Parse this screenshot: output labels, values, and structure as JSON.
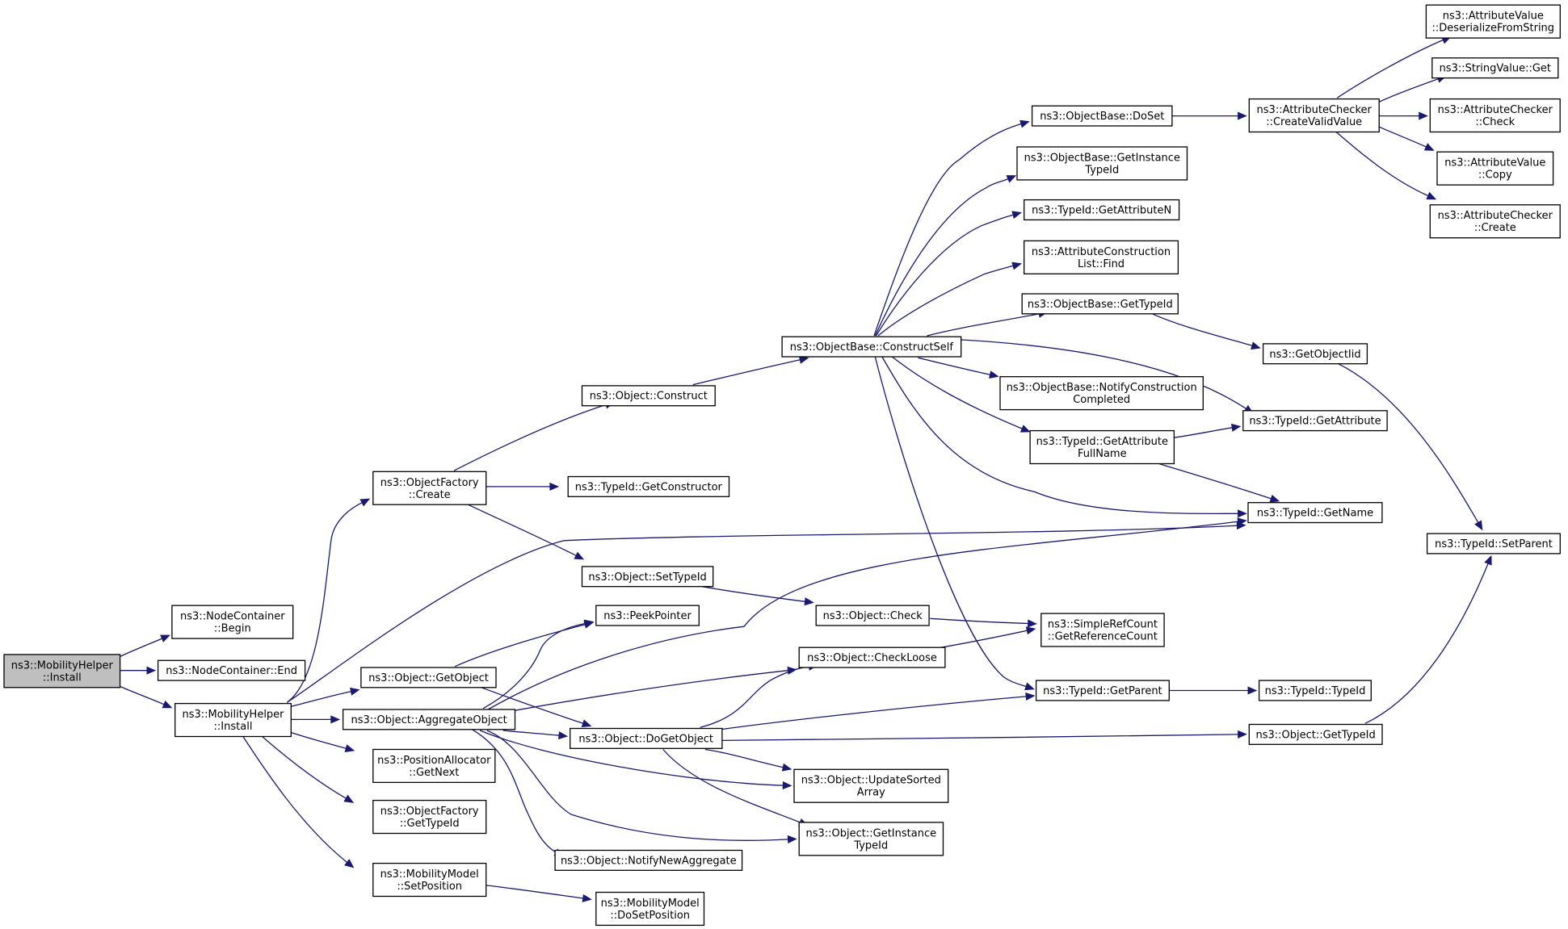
{
  "graph": {
    "nodes": [
      {
        "id": "root",
        "lines": [
          "ns3::MobilityHelper",
          "::Install"
        ],
        "root": true
      },
      {
        "id": "nc_begin",
        "lines": [
          "ns3::NodeContainer",
          "::Begin"
        ]
      },
      {
        "id": "nc_end",
        "lines": [
          "ns3::NodeContainer::End"
        ]
      },
      {
        "id": "mh_install",
        "lines": [
          "ns3::MobilityHelper",
          "::Install"
        ]
      },
      {
        "id": "of_create",
        "lines": [
          "ns3::ObjectFactory",
          "::Create"
        ]
      },
      {
        "id": "o_getobject",
        "lines": [
          "ns3::Object::GetObject"
        ]
      },
      {
        "id": "o_aggregate",
        "lines": [
          "ns3::Object::AggregateObject"
        ]
      },
      {
        "id": "pa_getnext",
        "lines": [
          "ns3::PositionAllocator",
          "::GetNext"
        ]
      },
      {
        "id": "of_gettypeid",
        "lines": [
          "ns3::ObjectFactory",
          "::GetTypeId"
        ]
      },
      {
        "id": "mm_setpos",
        "lines": [
          "ns3::MobilityModel",
          "::SetPosition"
        ]
      },
      {
        "id": "o_construct",
        "lines": [
          "ns3::Object::Construct"
        ]
      },
      {
        "id": "t_getconstructor",
        "lines": [
          "ns3::TypeId::GetConstructor"
        ]
      },
      {
        "id": "o_settypeid",
        "lines": [
          "ns3::Object::SetTypeId"
        ]
      },
      {
        "id": "peekpointer",
        "lines": [
          "ns3::PeekPointer"
        ]
      },
      {
        "id": "o_dogetobject",
        "lines": [
          "ns3::Object::DoGetObject"
        ]
      },
      {
        "id": "o_notifynewagg",
        "lines": [
          "ns3::Object::NotifyNewAggregate"
        ]
      },
      {
        "id": "mm_dosetpos",
        "lines": [
          "ns3::MobilityModel",
          "::DoSetPosition"
        ]
      },
      {
        "id": "ob_constructself",
        "lines": [
          "ns3::ObjectBase::ConstructSelf"
        ]
      },
      {
        "id": "o_check",
        "lines": [
          "ns3::Object::Check"
        ]
      },
      {
        "id": "o_checkloose",
        "lines": [
          "ns3::Object::CheckLoose"
        ]
      },
      {
        "id": "o_updatesorted",
        "lines": [
          "ns3::Object::UpdateSorted",
          "Array"
        ]
      },
      {
        "id": "o_getinstancetid",
        "lines": [
          "ns3::Object::GetInstance",
          "TypeId"
        ]
      },
      {
        "id": "ob_doset",
        "lines": [
          "ns3::ObjectBase::DoSet"
        ]
      },
      {
        "id": "ob_getinstancetid",
        "lines": [
          "ns3::ObjectBase::GetInstance",
          "TypeId"
        ]
      },
      {
        "id": "t_getattributen",
        "lines": [
          "ns3::TypeId::GetAttributeN"
        ]
      },
      {
        "id": "acl_find",
        "lines": [
          "ns3::AttributeConstruction",
          "List::Find"
        ]
      },
      {
        "id": "ob_gettypeid",
        "lines": [
          "ns3::ObjectBase::GetTypeId"
        ]
      },
      {
        "id": "ob_notifycc",
        "lines": [
          "ns3::ObjectBase::NotifyConstruction",
          "Completed"
        ]
      },
      {
        "id": "t_getattrfullname",
        "lines": [
          "ns3::TypeId::GetAttribute",
          "FullName"
        ]
      },
      {
        "id": "src_getrefcount",
        "lines": [
          "ns3::SimpleRefCount",
          "::GetReferenceCount"
        ]
      },
      {
        "id": "t_getparent",
        "lines": [
          "ns3::TypeId::GetParent"
        ]
      },
      {
        "id": "ac_createvalid",
        "lines": [
          "ns3::AttributeChecker",
          "::CreateValidValue"
        ]
      },
      {
        "id": "getobjectiid",
        "lines": [
          "ns3::GetObjectIid"
        ]
      },
      {
        "id": "t_getattribute",
        "lines": [
          "ns3::TypeId::GetAttribute"
        ]
      },
      {
        "id": "t_getname",
        "lines": [
          "ns3::TypeId::GetName"
        ]
      },
      {
        "id": "t_typeid",
        "lines": [
          "ns3::TypeId::TypeId"
        ]
      },
      {
        "id": "o_gettypeid",
        "lines": [
          "ns3::Object::GetTypeId"
        ]
      },
      {
        "id": "av_deserialize",
        "lines": [
          "ns3::AttributeValue",
          "::DeserializeFromString"
        ]
      },
      {
        "id": "sv_get",
        "lines": [
          "ns3::StringValue::Get"
        ]
      },
      {
        "id": "ac_check",
        "lines": [
          "ns3::AttributeChecker",
          "::Check"
        ]
      },
      {
        "id": "av_copy",
        "lines": [
          "ns3::AttributeValue",
          "::Copy"
        ]
      },
      {
        "id": "ac_create",
        "lines": [
          "ns3::AttributeChecker",
          "::Create"
        ]
      },
      {
        "id": "t_setparent",
        "lines": [
          "ns3::TypeId::SetParent"
        ]
      }
    ],
    "edges": [
      [
        "root",
        "nc_begin"
      ],
      [
        "root",
        "nc_end"
      ],
      [
        "root",
        "mh_install"
      ],
      [
        "mh_install",
        "of_create"
      ],
      [
        "mh_install",
        "t_getname"
      ],
      [
        "mh_install",
        "o_getobject"
      ],
      [
        "mh_install",
        "o_aggregate"
      ],
      [
        "mh_install",
        "pa_getnext"
      ],
      [
        "mh_install",
        "of_gettypeid"
      ],
      [
        "mh_install",
        "mm_setpos"
      ],
      [
        "of_create",
        "o_construct"
      ],
      [
        "of_create",
        "t_getconstructor"
      ],
      [
        "of_create",
        "o_settypeid"
      ],
      [
        "o_getobject",
        "peekpointer"
      ],
      [
        "o_getobject",
        "o_dogetobject"
      ],
      [
        "o_aggregate",
        "peekpointer"
      ],
      [
        "o_aggregate",
        "t_getname"
      ],
      [
        "o_aggregate",
        "o_checkloose"
      ],
      [
        "o_aggregate",
        "o_dogetobject"
      ],
      [
        "o_aggregate",
        "o_updatesorted"
      ],
      [
        "o_aggregate",
        "o_getinstancetid"
      ],
      [
        "o_aggregate",
        "o_notifynewagg"
      ],
      [
        "mm_setpos",
        "mm_dosetpos"
      ],
      [
        "o_construct",
        "ob_constructself"
      ],
      [
        "o_settypeid",
        "o_check"
      ],
      [
        "o_check",
        "src_getrefcount"
      ],
      [
        "o_checkloose",
        "src_getrefcount"
      ],
      [
        "o_dogetobject",
        "o_checkloose"
      ],
      [
        "o_dogetobject",
        "t_getparent"
      ],
      [
        "o_dogetobject",
        "o_gettypeid"
      ],
      [
        "o_dogetobject",
        "o_updatesorted"
      ],
      [
        "o_dogetobject",
        "o_getinstancetid"
      ],
      [
        "ob_constructself",
        "ob_doset"
      ],
      [
        "ob_constructself",
        "ob_getinstancetid"
      ],
      [
        "ob_constructself",
        "t_getattributen"
      ],
      [
        "ob_constructself",
        "acl_find"
      ],
      [
        "ob_constructself",
        "ob_gettypeid"
      ],
      [
        "ob_constructself",
        "t_getattribute"
      ],
      [
        "ob_constructself",
        "ob_notifycc"
      ],
      [
        "ob_constructself",
        "t_getattrfullname"
      ],
      [
        "ob_constructself",
        "t_getname"
      ],
      [
        "ob_constructself",
        "t_getparent"
      ],
      [
        "ob_doset",
        "ac_createvalid"
      ],
      [
        "ob_gettypeid",
        "getobjectiid"
      ],
      [
        "getobjectiid",
        "t_setparent"
      ],
      [
        "t_getattrfullname",
        "t_getattribute"
      ],
      [
        "t_getattrfullname",
        "t_getname"
      ],
      [
        "t_getparent",
        "t_typeid"
      ],
      [
        "o_gettypeid",
        "t_setparent"
      ],
      [
        "ac_createvalid",
        "av_deserialize"
      ],
      [
        "ac_createvalid",
        "sv_get"
      ],
      [
        "ac_createvalid",
        "ac_check"
      ],
      [
        "ac_createvalid",
        "av_copy"
      ],
      [
        "ac_createvalid",
        "ac_create"
      ]
    ]
  }
}
